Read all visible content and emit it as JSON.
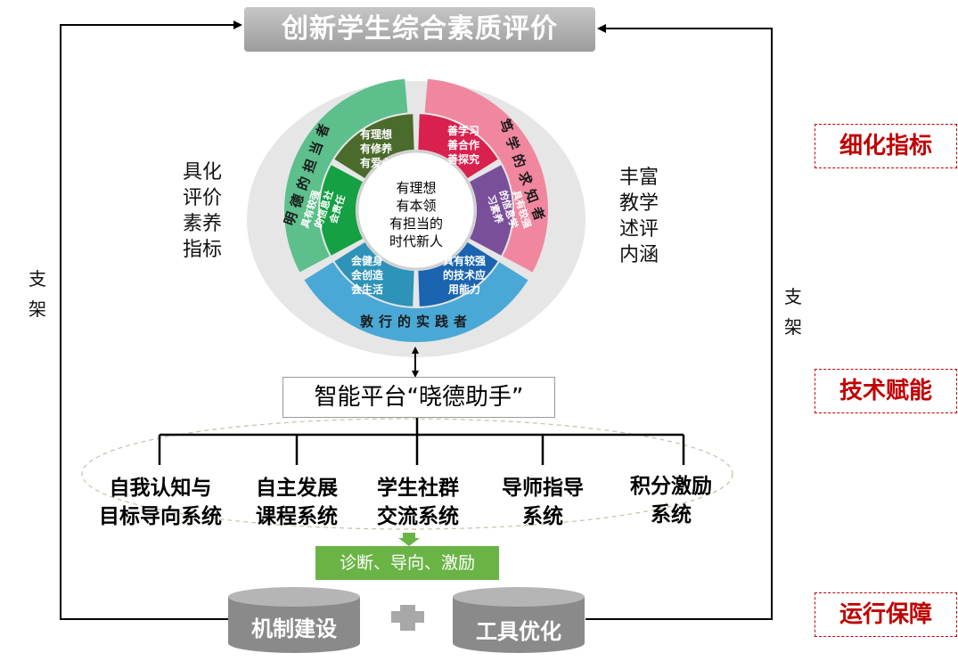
{
  "title": "创新学生综合素质评价",
  "left_col": [
    "具化",
    "评价",
    "素养",
    "指标"
  ],
  "right_col": [
    "丰富",
    "教学",
    "述评",
    "内涵"
  ],
  "support_left": [
    "支",
    "架"
  ],
  "support_right": [
    "支",
    "架"
  ],
  "tags": [
    "细化指标",
    "技术赋能",
    "运行保障"
  ],
  "wheel": {
    "center": [
      "有理想",
      "有本领",
      "有担当的",
      "时代新人"
    ],
    "outer": {
      "left": "明德的担当者",
      "right": "笃学的求知者",
      "bottom": "敦行的实践者"
    },
    "inner": {
      "top_left": [
        "有理想",
        "有修养",
        "有爱心"
      ],
      "left": [
        "具有较强",
        "的信息社",
        "会责任"
      ],
      "bottom_left": [
        "会健身",
        "会创造",
        "会生活"
      ],
      "bottom_right": [
        "具有较强",
        "的技术应",
        "用能力"
      ],
      "right": [
        "具有较强",
        "的信息学",
        "习素养"
      ],
      "top_right": [
        "善学习",
        "善合作",
        "善探究"
      ]
    }
  },
  "platform": "智能平台“晓德助手”",
  "systems": [
    [
      "自我认知与",
      "目标导向系统"
    ],
    [
      "自主发展",
      "课程系统"
    ],
    [
      "学生社群",
      "交流系统"
    ],
    [
      "导师指导",
      "系统"
    ],
    [
      "积分激励",
      "系统"
    ]
  ],
  "diagnose": "诊断、导向、激励",
  "base_left": "机制建设",
  "base_right": "工具优化",
  "colors": {
    "green": "#5cbf8c",
    "pink": "#f0879f",
    "blue": "#4aa8d6",
    "dark_green": "#4a6b2c",
    "bright_green": "#14a043",
    "crimson": "#d9204e",
    "purple": "#7a4f9a",
    "teal": "#2e93b9",
    "deep_blue": "#1a64b0",
    "tag_red": "#c00000"
  }
}
